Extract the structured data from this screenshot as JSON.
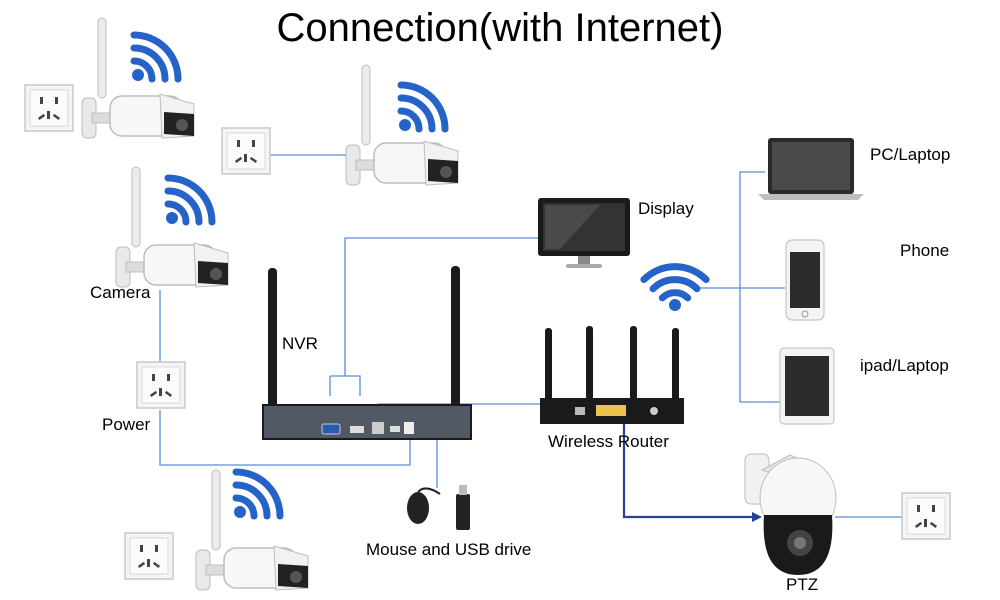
{
  "title": "Connection(with Internet)",
  "labels": {
    "display": "Display",
    "pc_laptop": "PC/Laptop",
    "phone": "Phone",
    "ipad_laptop": "ipad/Laptop",
    "camera": "Camera",
    "power": "Power",
    "nvr": "NVR",
    "wireless_router": "Wireless Router",
    "mouse_usb": "Mouse and USB drive",
    "ptz": "PTZ"
  },
  "colors": {
    "wifi": "#2563c9",
    "cable": "#5b8fd6",
    "router_to_ptz": "#2a3f9a",
    "device_dark": "#1a1a1a",
    "nvr_panel": "#b9d2f0"
  }
}
